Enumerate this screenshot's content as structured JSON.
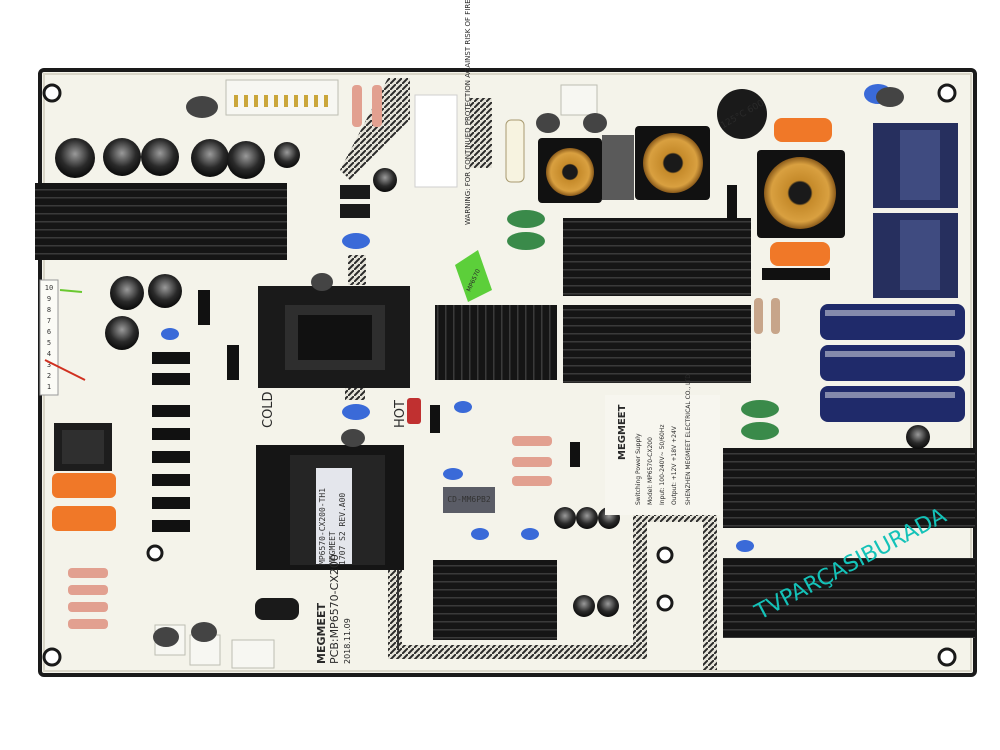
{
  "board": {
    "brand_bottom": "MEGMEET",
    "brand_side": "MEGMEET",
    "pcb_code": "PCB:MP6570-CX200",
    "date_code": "2018.11.09",
    "cold_label": "COLD",
    "hot_label": "HOT",
    "watermark": "TVPARÇASIBURADA",
    "transformer_label_1": "MP6570-CX200-TH1",
    "transformer_label_2": "MEGMEET",
    "transformer_label_3": "1707 S2 REV.A00",
    "toroid_capacitor": "125°C 600",
    "warning_text": "WARNING: FOR CONTINUED PROTECTION AGAINST RISK OF FIRE, REPLACE ONLY WITH SAME TYPE AND RATING OF FUSE",
    "side_sticker_title": "MEGMEET",
    "side_sticker_lines": [
      "Switching Power Supply",
      "Model: MP6570-CX200",
      "Input: 100-240V~ 50/60Hz",
      "Output: +12V +18V +24V",
      "SHENZHEN MEGMEET ELECTRICAL CO., LTD"
    ],
    "chip_label": "CD-MM6PB2",
    "sticker_green": "MP6570",
    "ruler_numbers": [
      "10",
      "9",
      "8",
      "7",
      "6",
      "5",
      "4",
      "3",
      "2",
      "1"
    ]
  },
  "colors": {
    "pcb": "#f4f3ea",
    "heatsink": "#161616",
    "trace_hatch": "#3a3a3a",
    "capacitor_blue": "#1f2a6a",
    "watermark": "#14c2b8",
    "orange_cap": "#f07828"
  }
}
